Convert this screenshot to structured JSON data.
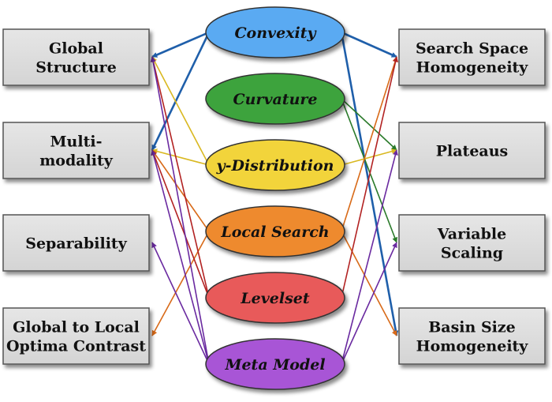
{
  "left_features": [
    {
      "id": "global_structure",
      "lines": [
        "Global",
        "Structure"
      ]
    },
    {
      "id": "multimodality",
      "lines": [
        "Multi-",
        "modality"
      ]
    },
    {
      "id": "separability",
      "lines": [
        "Separability"
      ]
    },
    {
      "id": "global_local_contrast",
      "lines": [
        "Global to Local",
        "Optima Contrast"
      ]
    }
  ],
  "right_features": [
    {
      "id": "search_space_homogeneity",
      "lines": [
        "Search Space",
        "Homogeneity"
      ]
    },
    {
      "id": "plateaus",
      "lines": [
        "Plateaus"
      ]
    },
    {
      "id": "variable_scaling",
      "lines": [
        "Variable",
        "Scaling"
      ]
    },
    {
      "id": "basin_size_homogeneity",
      "lines": [
        "Basin Size",
        "Homogeneity"
      ]
    }
  ],
  "feature_sets": [
    {
      "id": "convexity",
      "label": "Convexity",
      "color": "#5aaaf2",
      "line_color": "#1f5faa"
    },
    {
      "id": "curvature",
      "label": "Curvature",
      "color": "#3ea33e",
      "line_color": "#2a7a2a"
    },
    {
      "id": "y_distribution",
      "label": "y-Distribution",
      "color": "#f2d43a",
      "line_color": "#d9b820"
    },
    {
      "id": "local_search",
      "label": "Local Search",
      "color": "#ee8a2e",
      "line_color": "#d86a18"
    },
    {
      "id": "levelset",
      "label": "Levelset",
      "color": "#e85a5a",
      "line_color": "#b22222"
    },
    {
      "id": "meta_model",
      "label": "Meta Model",
      "color": "#a855d6",
      "line_color": "#6a2aa0"
    }
  ],
  "connections": [
    {
      "from": "convexity",
      "to": "global_structure"
    },
    {
      "from": "convexity",
      "to": "multimodality"
    },
    {
      "from": "convexity",
      "to": "search_space_homogeneity"
    },
    {
      "from": "convexity",
      "to": "basin_size_homogeneity"
    },
    {
      "from": "curvature",
      "to": "plateaus"
    },
    {
      "from": "curvature",
      "to": "variable_scaling"
    },
    {
      "from": "y_distribution",
      "to": "global_structure"
    },
    {
      "from": "y_distribution",
      "to": "multimodality"
    },
    {
      "from": "y_distribution",
      "to": "plateaus"
    },
    {
      "from": "local_search",
      "to": "multimodality"
    },
    {
      "from": "local_search",
      "to": "global_local_contrast"
    },
    {
      "from": "local_search",
      "to": "search_space_homogeneity"
    },
    {
      "from": "local_search",
      "to": "basin_size_homogeneity"
    },
    {
      "from": "levelset",
      "to": "global_structure"
    },
    {
      "from": "levelset",
      "to": "multimodality"
    },
    {
      "from": "levelset",
      "to": "search_space_homogeneity"
    },
    {
      "from": "meta_model",
      "to": "global_structure"
    },
    {
      "from": "meta_model",
      "to": "multimodality"
    },
    {
      "from": "meta_model",
      "to": "separability"
    },
    {
      "from": "meta_model",
      "to": "plateaus"
    },
    {
      "from": "meta_model",
      "to": "variable_scaling"
    }
  ]
}
